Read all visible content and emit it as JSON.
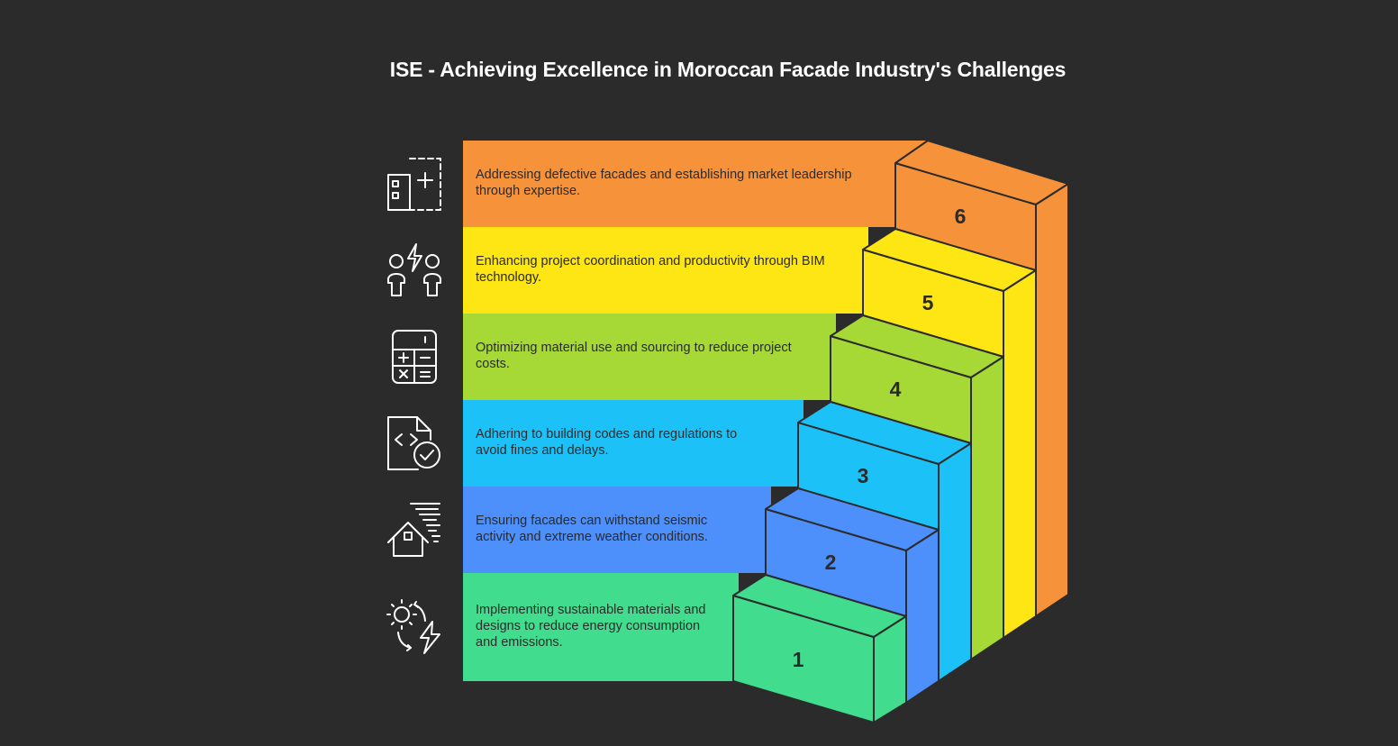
{
  "title": "ISE - Achieving Excellence in Moroccan Facade Industry's Challenges",
  "colors": {
    "background": "#2b2b2b",
    "step1": "#41dc8e",
    "step2": "#4d8ffb",
    "step3": "#1cc2f7",
    "step4": "#a6d836",
    "step5": "#fde614",
    "step6": "#f6923a",
    "outline": "#2b2b2b",
    "icon": "#ffffff"
  },
  "steps": [
    {
      "number": "1",
      "text": "Implementing sustainable materials and designs to reduce energy consumption and emissions.",
      "icon": "sun-energy-icon"
    },
    {
      "number": "2",
      "text": "Ensuring facades can withstand seismic activity and extreme weather conditions.",
      "icon": "house-wind-icon"
    },
    {
      "number": "3",
      "text": "Adhering to building codes and regulations to avoid fines and delays.",
      "icon": "code-file-check-icon"
    },
    {
      "number": "4",
      "text": "Optimizing material use and sourcing to reduce project costs.",
      "icon": "calculator-icon"
    },
    {
      "number": "5",
      "text": "Enhancing project coordination and productivity through BIM technology.",
      "icon": "people-collaboration-icon"
    },
    {
      "number": "6",
      "text": "Addressing defective facades and establishing market leadership through expertise.",
      "icon": "building-expansion-icon"
    }
  ]
}
